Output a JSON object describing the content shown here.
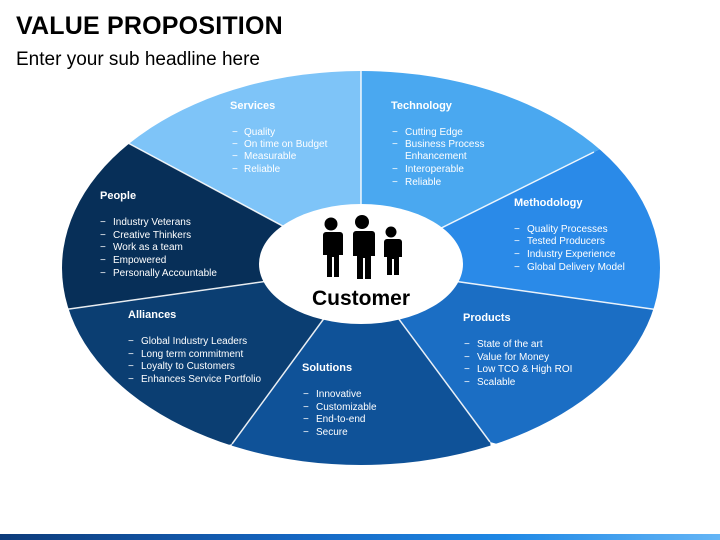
{
  "title": "VALUE PROPOSITION",
  "subtitle": "Enter your sub headline here",
  "center": {
    "label": "Customer",
    "icon": "people-icon"
  },
  "segments": [
    {
      "key": "services",
      "heading": "Services",
      "color": "#7ec4f8",
      "items": [
        "Quality",
        "On time on Budget",
        "Measurable",
        "Reliable"
      ]
    },
    {
      "key": "technology",
      "heading": "Technology",
      "color": "#4aa8f0",
      "items": [
        "Cutting Edge",
        "Business Process",
        "Enhancement",
        "Interoperable",
        "Reliable"
      ]
    },
    {
      "key": "methodology",
      "heading": "Methodology",
      "color": "#2a8ae8",
      "items": [
        "Quality Processes",
        "Tested Producers",
        "Industry Experience",
        "Global Delivery Model"
      ]
    },
    {
      "key": "products",
      "heading": "Products",
      "color": "#1b6ec4",
      "items": [
        "State of the art",
        "Value for Money",
        "Low TCO & High ROI",
        "Scalable"
      ]
    },
    {
      "key": "solutions",
      "heading": "Solutions",
      "color": "#0f5298",
      "items": [
        "Innovative",
        "Customizable",
        "End-to-end",
        "Secure"
      ]
    },
    {
      "key": "alliances",
      "heading": "Alliances",
      "color": "#0b3e72",
      "items": [
        "Global Industry Leaders",
        "Long term commitment",
        "Loyalty to Customers",
        "Enhances Service Portfolio"
      ]
    },
    {
      "key": "people",
      "heading": "People",
      "color": "#072f58",
      "items": [
        "Industry Veterans",
        "Creative Thinkers",
        "Work as a team",
        "Empowered",
        "Personally Accountable"
      ]
    }
  ]
}
